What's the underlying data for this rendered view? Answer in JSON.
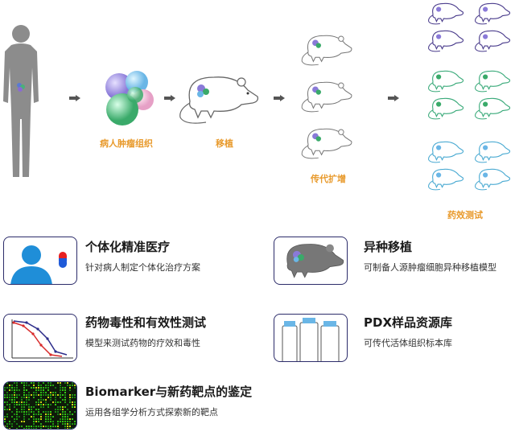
{
  "flow": {
    "stages": [
      {
        "label": "病人肿瘤组织"
      },
      {
        "label": "移植"
      },
      {
        "label": "传代扩增"
      },
      {
        "label": "药效测试"
      }
    ]
  },
  "cards": [
    {
      "title": "个体化精准医疗",
      "desc": "针对病人制定个体化治疗方案",
      "icon": "patient-pill-icon"
    },
    {
      "title": "异种移植",
      "desc": "可制备人源肿瘤细胞异种移植模型",
      "icon": "mouse-icon"
    },
    {
      "title": "药物毒性和有效性测试",
      "desc": "模型来测试药物的疗效和毒性",
      "icon": "curve-chart-icon"
    },
    {
      "title": "PDX样品资源库",
      "desc": "可传代活体组织标本库",
      "icon": "sample-bottles-icon"
    },
    {
      "title": "Biomarker与新药靶点的鉴定",
      "desc": "运用各组学分析方式探索新的靶点",
      "icon": "heatmap-icon"
    }
  ],
  "colors": {
    "accent": "#e89a2c",
    "arrow": "#555555",
    "frame": "#2c2c6a",
    "human": "#8c8c8c",
    "mouse_grey": "#777777",
    "mouse_purple": "#4a3c8c",
    "mouse_green": "#3aaa7a",
    "mouse_blue": "#4aaad2",
    "person_blue": "#1f8ed8"
  }
}
